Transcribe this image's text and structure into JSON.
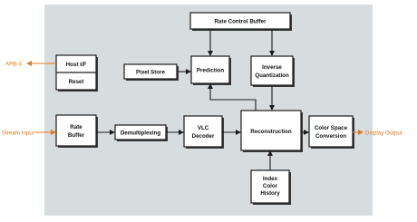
{
  "panel_color": "#d7dddf",
  "accent_color": "#e07a1f",
  "blocks": {
    "rate_control_buffer": "Rate Control Buffer",
    "host_if": "Host I/F",
    "reset": "Reset",
    "pixel_store": "Pixel Store",
    "prediction": "Prediction",
    "inverse_quantization": [
      "Inverse",
      "Quantization"
    ],
    "rate_buffer": [
      "Rate",
      "Buffer"
    ],
    "demultiplexing": "Demultiplexing",
    "vlc_decoder": [
      "VLC",
      "Decoder"
    ],
    "reconstruction": "Reconstruction",
    "color_space_conversion": [
      "Color Space",
      "Conversion"
    ],
    "index_color_history": [
      "Index",
      "Color",
      "History"
    ]
  },
  "external": {
    "apb": "APB-3",
    "stream_input": "Stream Input",
    "display_output": "Display Output"
  }
}
